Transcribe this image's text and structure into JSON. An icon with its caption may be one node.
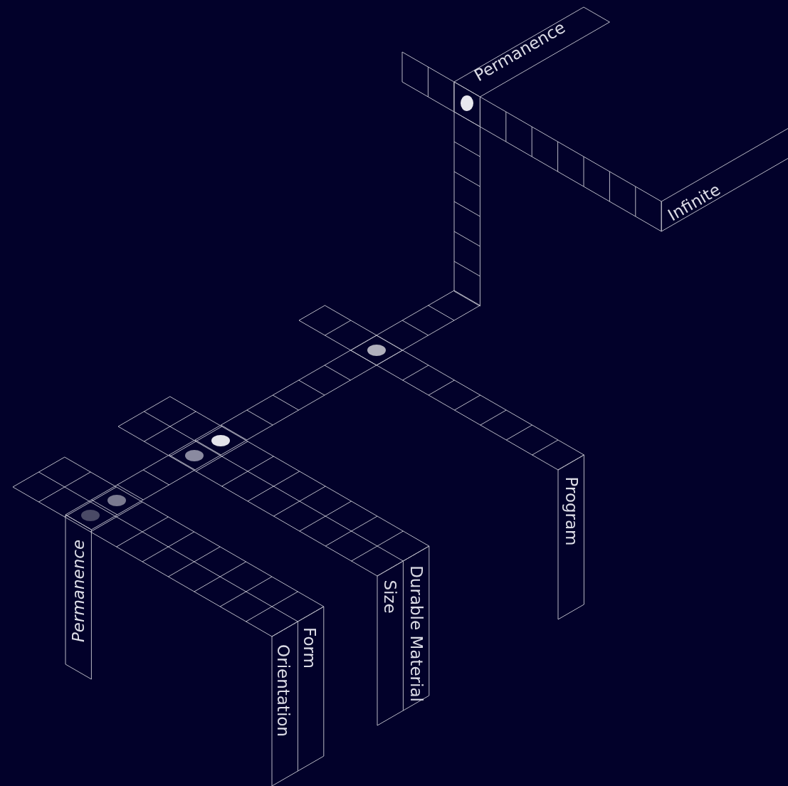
{
  "diagram": {
    "labels": [
      "Permanence",
      "Infinite",
      "Program",
      "Durable Material",
      "Size",
      "Form",
      "Orientation",
      "Permanence"
    ]
  }
}
